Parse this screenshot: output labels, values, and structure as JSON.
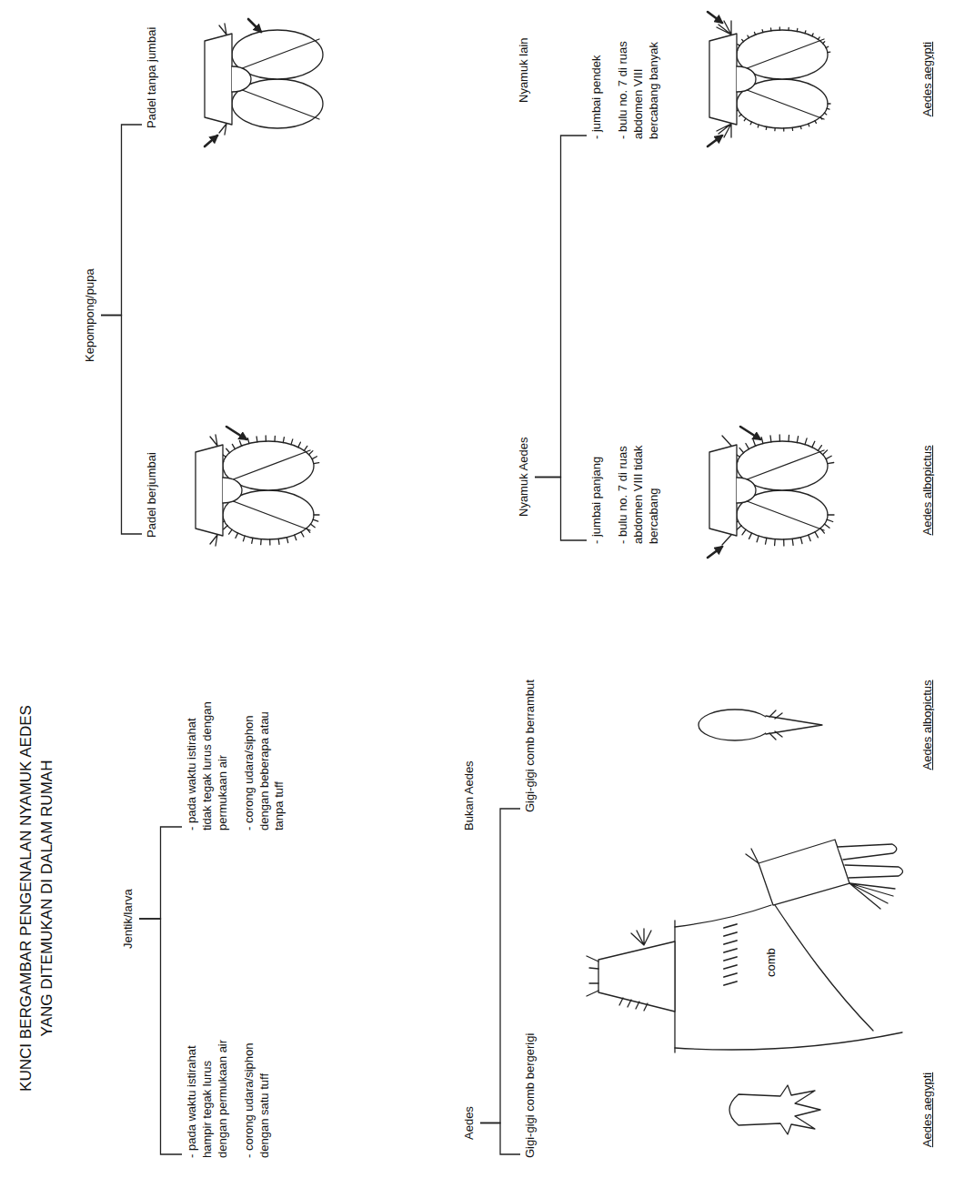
{
  "diagram": {
    "title": "KUNCI BERGAMBAR PENGENALAN NYAMUK AEDES YANG DITEMUKAN DI DALAM RUMAH",
    "nodes": [
      {
        "text": [
          "Jentik/larva"
        ]
      },
      {
        "text": [
          "- pada waktu istirahat hampir tegak lurus dengan permukaan air",
          "- corong udara/siphon dengan satu tuff"
        ]
      },
      {
        "text": [
          "- pada waktu istirahat tidak tegak lurus dengan permukaan air",
          "- corong udara/siphon dengan beberapa atau tanpa tuff"
        ]
      },
      {
        "text": [
          "Aedes"
        ]
      },
      {
        "text": [
          "Bukan Aedes"
        ]
      },
      {
        "text": [
          "Gigi-gigi comb bergerigi"
        ]
      },
      {
        "text": [
          "Gigi-gigi comb berrambut"
        ]
      },
      {
        "text": [
          "Kepompong/pupa"
        ]
      },
      {
        "text": [
          "Padel berjumbai"
        ]
      },
      {
        "text": [
          "Padel tanpa jumbai"
        ]
      },
      {
        "text": [
          "Nyamuk Aedes"
        ]
      },
      {
        "text": [
          "Nyamuk lain"
        ]
      },
      {
        "text": [
          "- jumbai panjang",
          "- bulu no. 7 di ruas abdomen VIII tidak bercabang"
        ]
      },
      {
        "text": [
          "- jumbai pendek",
          "- bulu no. 7 di ruas abdomen VIII bercabang banyak"
        ]
      }
    ],
    "edges": [
      {
        "from": 0,
        "to": 1,
        "arrow": "none"
      },
      {
        "from": 0,
        "to": 2,
        "arrow": "none"
      },
      {
        "from": 3,
        "to": 5,
        "arrow": "none"
      },
      {
        "from": 3,
        "to": 6,
        "arrow": "none"
      },
      {
        "from": 7,
        "to": 8,
        "arrow": "none"
      },
      {
        "from": 7,
        "to": 9,
        "arrow": "none"
      },
      {
        "from": 10,
        "to": 12,
        "arrow": "none"
      },
      {
        "from": 10,
        "to": 13,
        "arrow": "none"
      }
    ],
    "labels": [
      "comb",
      "Aedes aegypti",
      "Aedes albopictus",
      "Aedes albopictus",
      "Aedes aegypti"
    ]
  }
}
